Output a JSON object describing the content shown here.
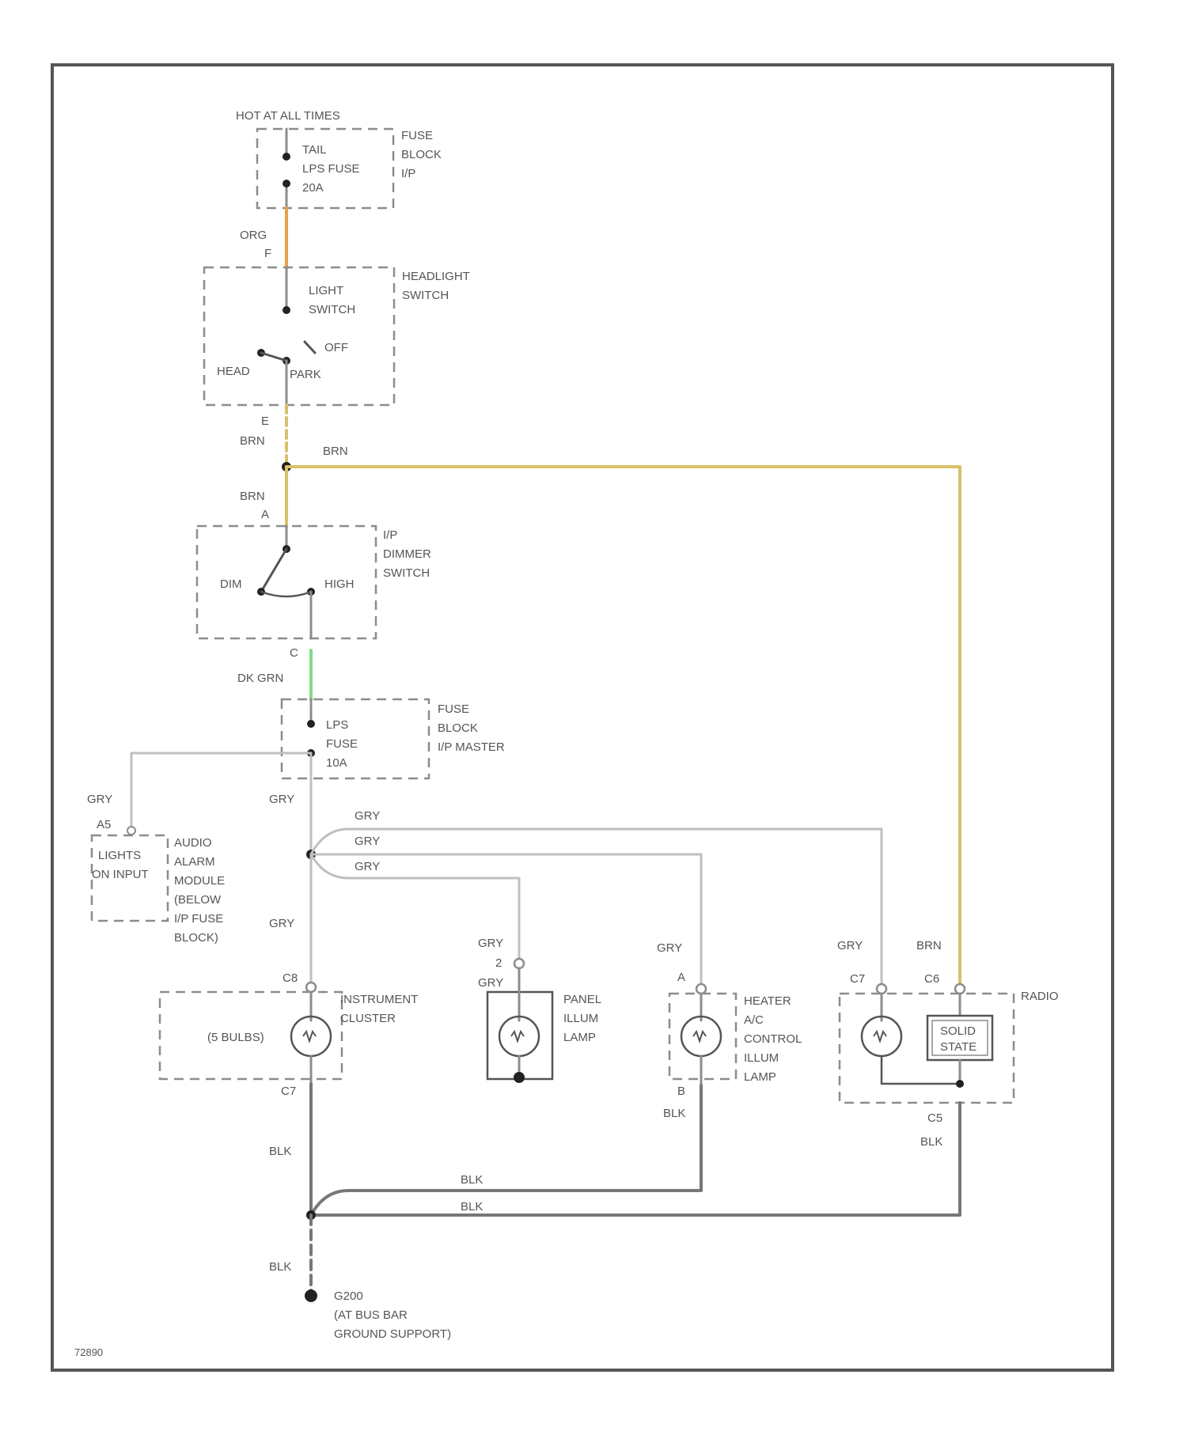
{
  "colors": {
    "frame": "#555555",
    "orange_wire": "#e9a04a",
    "brown_wire": "#d9c06a",
    "green_wire": "#7fdc8a",
    "gray_wire": "#bfbfbf",
    "black_wire": "#777777",
    "box_outline": "#8c8c8c"
  },
  "top": {
    "power_label": "HOT AT ALL TIMES",
    "fuse1_lines": [
      "TAIL",
      "LPS FUSE",
      "20A"
    ],
    "fuse1_block_lines": [
      "FUSE",
      "BLOCK",
      "I/P"
    ]
  },
  "wires": {
    "org": "ORG",
    "brn": "BRN",
    "dk_grn": "DK GRN",
    "gry": "GRY",
    "blk": "BLK"
  },
  "headlight": {
    "title_lines": [
      "HEADLIGHT",
      "SWITCH"
    ],
    "light_switch_lines": [
      "LIGHT",
      "SWITCH"
    ],
    "off": "OFF",
    "head": "HEAD",
    "park": "PARK",
    "pin_top": "F",
    "pin_bottom": "E"
  },
  "dimmer": {
    "title_lines": [
      "I/P",
      "DIMMER",
      "SWITCH"
    ],
    "dim": "DIM",
    "high": "HIGH",
    "pin_top": "A",
    "pin_bottom": "C"
  },
  "fuse2": {
    "lines": [
      "LPS",
      "FUSE",
      "10A"
    ],
    "block_lines": [
      "FUSE",
      "BLOCK",
      "I/P MASTER"
    ]
  },
  "audio": {
    "pin": "A5",
    "input_lines": [
      "LIGHTS",
      "ON INPUT"
    ],
    "module_lines": [
      "AUDIO",
      "ALARM",
      "MODULE",
      "(BELOW",
      "I/P FUSE",
      "BLOCK)"
    ]
  },
  "cluster": {
    "pin_top": "C8",
    "pin_bottom": "C7",
    "bulbs": "(5 BULBS)",
    "title_lines": [
      "INSTRUMENT",
      "CLUSTER"
    ]
  },
  "panel": {
    "pin": "2",
    "pin_label": "GRY",
    "title_lines": [
      "PANEL",
      "ILLUM",
      "LAMP"
    ]
  },
  "heater": {
    "pin_top": "A",
    "pin_bottom": "B",
    "title_lines": [
      "HEATER",
      "A/C",
      "CONTROL",
      "ILLUM",
      "LAMP"
    ]
  },
  "radio": {
    "title": "RADIO",
    "pin_c7": "C7",
    "pin_c6": "C6",
    "pin_c5": "C5",
    "solid_state_lines": [
      "SOLID",
      "STATE"
    ]
  },
  "ground": {
    "lines": [
      "G200",
      "(AT BUS BAR",
      "GROUND SUPPORT)"
    ]
  },
  "figure_id": "72890"
}
